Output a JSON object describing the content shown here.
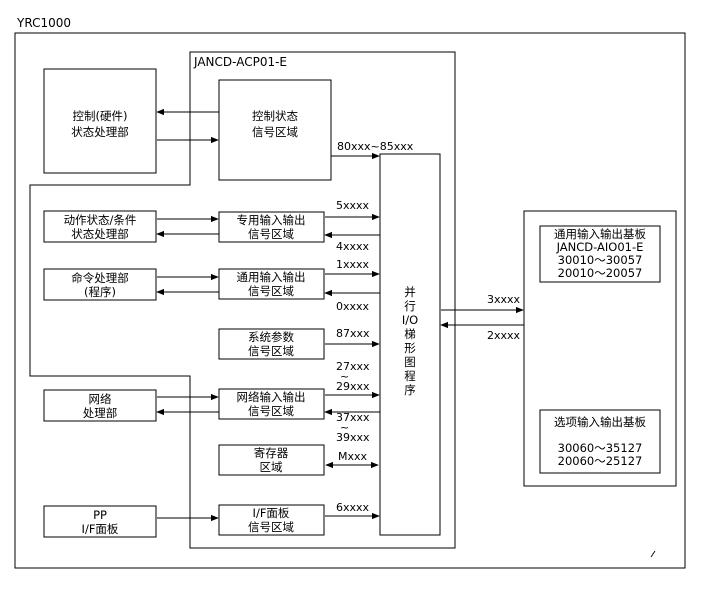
{
  "title": "YRC1000",
  "acp_board": "JANCD-ACP01-E",
  "blocks": {
    "ctrl_hw": [
      "控制(硬件)",
      "状态处理部"
    ],
    "action_status": [
      "动作状态/条件",
      "状态处理部"
    ],
    "cmd_proc": [
      "命令处理部",
      "(程序)"
    ],
    "network_proc": [
      "网络",
      "处理部"
    ],
    "pp_panel": [
      "PP",
      "I/F面板"
    ]
  },
  "signals": {
    "ctrl_status": [
      "控制状态",
      "信号区域"
    ],
    "dedicated_io": [
      "专用输入输出",
      "信号区域"
    ],
    "general_io": [
      "通用输入输出",
      "信号区域"
    ],
    "sys_param": [
      "系统参数",
      "信号区域"
    ],
    "network_io": [
      "网络输入输出",
      "信号区域"
    ],
    "register": [
      "寄存器",
      "区域"
    ],
    "if_panel": [
      "I/F面板",
      "信号区域"
    ]
  },
  "ladder": [
    "并",
    "行",
    "I/O",
    "梯",
    "形",
    "图",
    "程",
    "序"
  ],
  "addresses": {
    "ctrl": "80xxx~85xxx",
    "dedicated_out": "5xxxx",
    "dedicated_in": "4xxxx",
    "general_out": "1xxxx",
    "general_in": "0xxxx",
    "sys": "87xxx",
    "net_out": [
      "27xxx",
      "~",
      "29xxx"
    ],
    "net_in": [
      "37xxx",
      "~",
      "39xxx"
    ],
    "reg": "Mxxx",
    "if": "6xxxx",
    "ext_out": "3xxxx",
    "ext_in": "2xxxx"
  },
  "general_board": [
    "通用输入输出基板",
    "JANCD-AIO01-E",
    "30010～30057",
    "20010～20057"
  ],
  "option_board": [
    "选项输入输出基板",
    "30060～35127",
    "20060～25127"
  ]
}
